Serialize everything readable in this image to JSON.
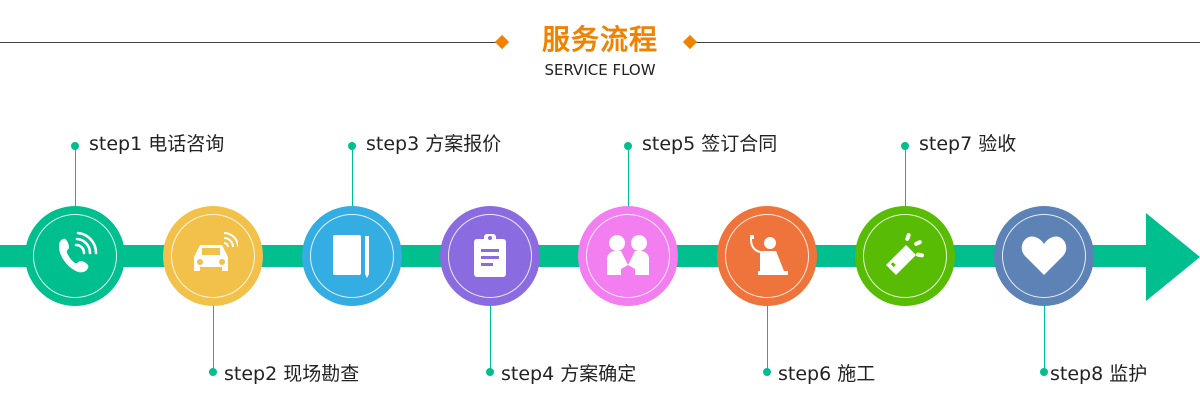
{
  "header": {
    "title": "服务流程",
    "subtitle": "SERVICE FLOW",
    "accent_color": "#f08200"
  },
  "flow": {
    "line_color": "#00bf8f",
    "steps": [
      {
        "label": "step1 电话咨询",
        "icon": "phone-icon",
        "color": "#00bf8f",
        "position": "top"
      },
      {
        "label": "step2 现场勘查",
        "icon": "car-icon",
        "color": "#f2c14a",
        "position": "bottom"
      },
      {
        "label": "step3 方案报价",
        "icon": "notebook-pen-icon",
        "color": "#34ade2",
        "position": "top"
      },
      {
        "label": "step4 方案确定",
        "icon": "clipboard-icon",
        "color": "#8a6be0",
        "position": "bottom"
      },
      {
        "label": "step5 签订合同",
        "icon": "handshake-people-icon",
        "color": "#f27ef0",
        "position": "top"
      },
      {
        "label": "step6 施工",
        "icon": "worker-icon",
        "color": "#ef743b",
        "position": "bottom"
      },
      {
        "label": "step7 验收",
        "icon": "flashlight-icon",
        "color": "#58bc05",
        "position": "top"
      },
      {
        "label": "step8 监护",
        "icon": "heart-icon",
        "color": "#5c82b6",
        "position": "bottom"
      }
    ]
  }
}
